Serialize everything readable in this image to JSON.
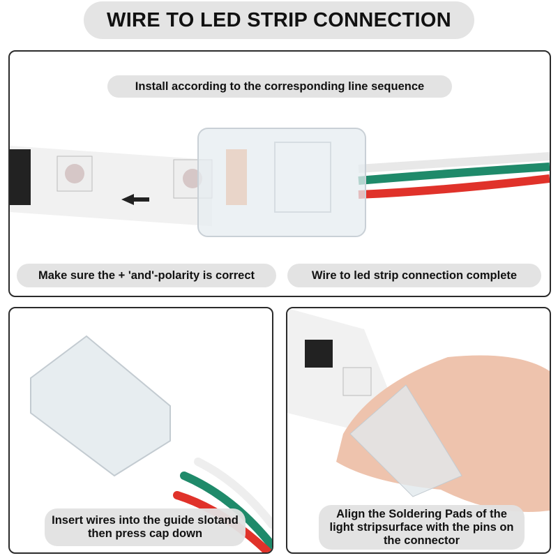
{
  "title": "WIRE TO LED STRIP CONNECTION",
  "top_panel": {
    "caption_top": "Install according to the corresponding line sequence",
    "caption_left": "Make sure the + 'and'-polarity is correct",
    "caption_right": "Wire to led strip connection complete"
  },
  "bottom_left_panel": {
    "caption": "Insert wires into the guide slotand then press cap down"
  },
  "bottom_right_panel": {
    "caption": "Align the Soldering Pads of the light stripsurface with the pins on the connector"
  },
  "colors": {
    "wire_white": "#f4f4f4",
    "wire_green": "#1f8a6a",
    "wire_red": "#e0322a",
    "pill": "#e4e4e4"
  }
}
